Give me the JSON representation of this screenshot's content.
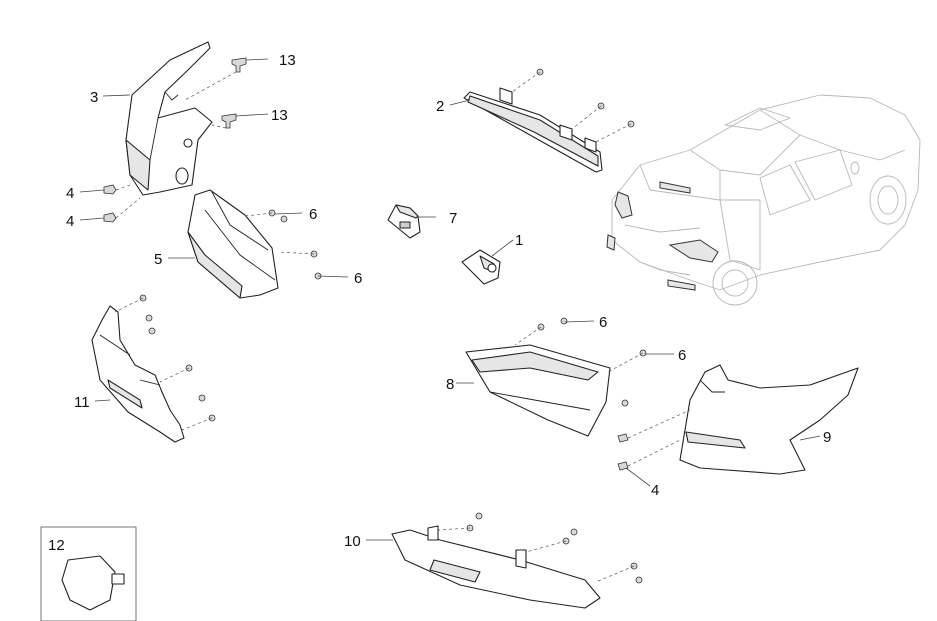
{
  "callouts": {
    "c1": "1",
    "c2": "2",
    "c3": "3",
    "c4a": "4",
    "c4b": "4",
    "c4c": "4",
    "c5": "5",
    "c6a": "6",
    "c6b": "6",
    "c6c": "6",
    "c6d": "6",
    "c7": "7",
    "c8": "8",
    "c9": "9",
    "c10": "10",
    "c11": "11",
    "c12": "12",
    "c13a": "13",
    "c13b": "13"
  }
}
